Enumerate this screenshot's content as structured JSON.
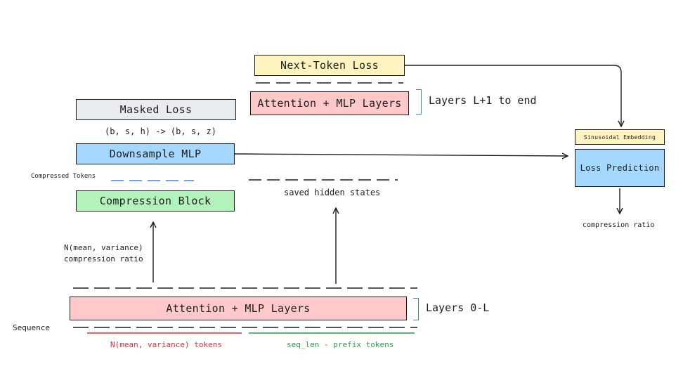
{
  "boxes": {
    "next_token_loss": "Next-Token Loss",
    "attention_mlp_top": "Attention + MLP Layers",
    "masked_loss": "Masked Loss",
    "downsample_mlp": "Downsample MLP",
    "compression_block": "Compression Block",
    "attention_mlp_bottom": "Attention + MLP Layers",
    "sinusoidal_embedding": "Sinusoidal Embedding",
    "loss_prediction": "Loss Prediction"
  },
  "labels": {
    "layers_top": "Layers L+1 to end",
    "layers_bottom": "Layers 0-L",
    "shape_transform": "(b, s, h) -> (b, s, z)",
    "compressed_tokens": "Compressed Tokens",
    "saved_hidden_states": "saved hidden states",
    "sampling_line1": "N(mean, variance)",
    "sampling_line2": "compression ratio",
    "sequence": "Sequence",
    "prefix_tokens_red": "N(mean, variance) tokens",
    "remaining_tokens_green": "seq_len - prefix tokens",
    "compression_ratio_out": "compression ratio"
  },
  "colors": {
    "yellow": "#fff3bf",
    "red": "#ffc9c9",
    "gray": "#e9ecef",
    "blue": "#a5d8ff",
    "green": "#b2f2bb",
    "stroke": "#1e1e1e",
    "bracket": "#4a7fd6",
    "red_underline": "#e03131",
    "green_underline": "#2f9e44"
  }
}
